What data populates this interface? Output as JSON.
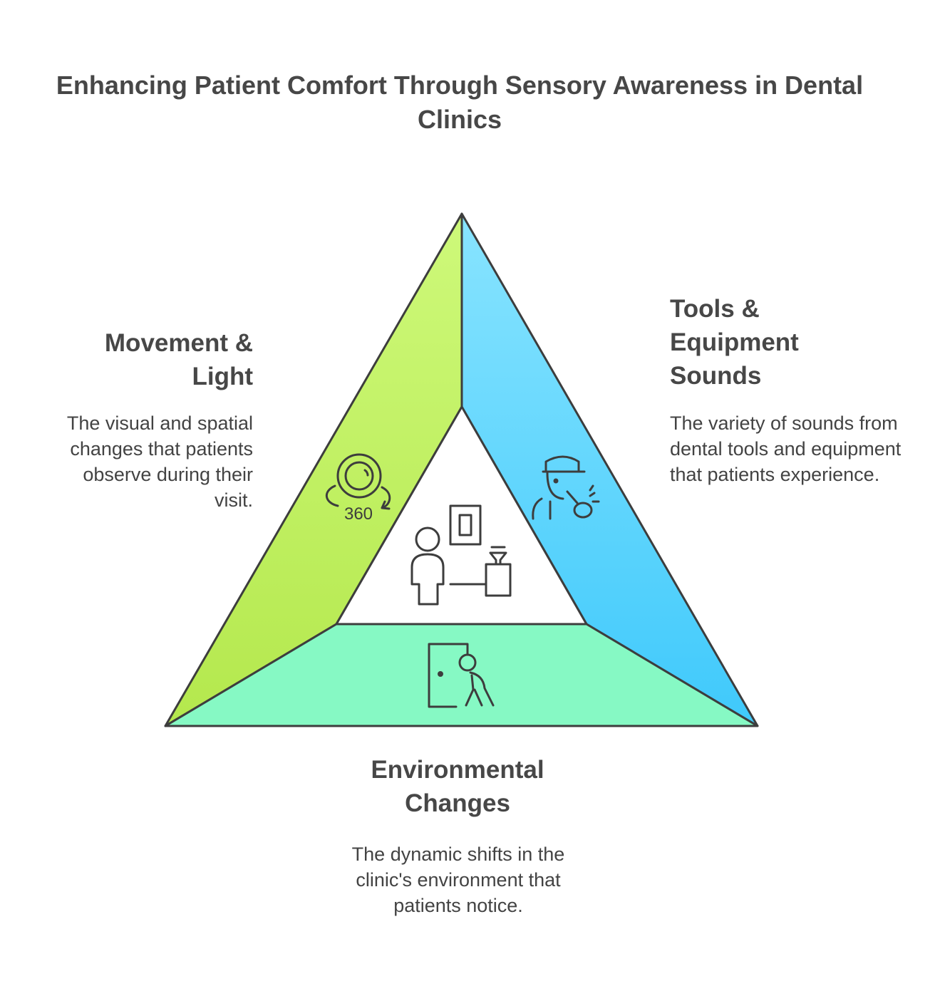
{
  "title": "Enhancing Patient Comfort Through Sensory Awareness in Dental Clinics",
  "sections": [
    {
      "heading": "Movement & Light",
      "description": "The visual and spatial changes that patients observe during their visit.",
      "icon": "rotate-360-icon",
      "color": "#C3F36A"
    },
    {
      "heading": "Tools & Equipment Sounds",
      "description": "The variety of sounds from dental tools and equipment that patients experience.",
      "icon": "person-whistle-icon",
      "color": "#5CD3FD"
    },
    {
      "heading": "Environmental Changes",
      "description": "The dynamic shifts in the clinic's environment that patients notice.",
      "icon": "person-leaving-door-icon",
      "color": "#86F9C4"
    }
  ],
  "center": {
    "icon": "person-room-furniture-icon",
    "color": "#FFFFFF"
  },
  "icon_badge_text": "360"
}
